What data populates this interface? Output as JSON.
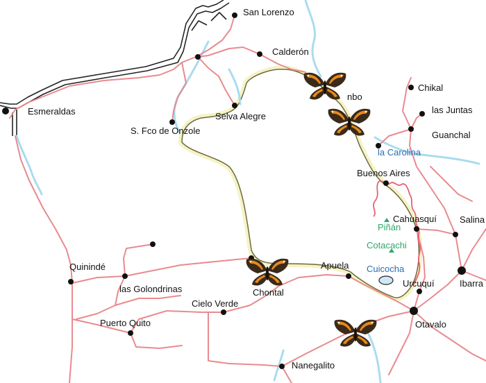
{
  "towns": [
    {
      "id": "san-lorenzo",
      "label": "San Lorenzo"
    },
    {
      "id": "calderon",
      "label": "Calderón"
    },
    {
      "id": "esmeraldas",
      "label": "Esmeraldas"
    },
    {
      "id": "selva-alegre",
      "label": "Selva Alegre"
    },
    {
      "id": "s-fco-de-onzole",
      "label": "S. Fco de Onzole"
    },
    {
      "id": "nbo",
      "label": "nbo"
    },
    {
      "id": "chikal",
      "label": "Chikal"
    },
    {
      "id": "las-juntas",
      "label": "las Juntas"
    },
    {
      "id": "guanchal",
      "label": "Guanchal"
    },
    {
      "id": "buenos-aires",
      "label": "Buenos Aires"
    },
    {
      "id": "cahuasqui",
      "label": "Cahuasquí"
    },
    {
      "id": "salinas",
      "label": "Salina"
    },
    {
      "id": "ibarra",
      "label": "Ibarra"
    },
    {
      "id": "urcuqui",
      "label": "Urcuquí"
    },
    {
      "id": "otavalo",
      "label": "Otavalo"
    },
    {
      "id": "apuela",
      "label": "Apuela"
    },
    {
      "id": "chontal",
      "label": "Chontal"
    },
    {
      "id": "quininde",
      "label": "Quinindé"
    },
    {
      "id": "las-golondrinas",
      "label": "las Golondrinas"
    },
    {
      "id": "cielo-verde",
      "label": "Cielo Verde"
    },
    {
      "id": "puerto-quito",
      "label": "Puerto Quito"
    },
    {
      "id": "nanegalito",
      "label": "Nanegalito"
    }
  ],
  "features": {
    "la_carolina": "la Carolina",
    "pinan": "Piñán",
    "cotacachi": "Cotacachi",
    "cuicocha": "Cuicocha"
  },
  "colors": {
    "road": "#e98a8e",
    "river": "#a9dcef",
    "range_fill": "#f5f3c6",
    "range_outline": "#6d6a3a",
    "water_label": "#2a6db0",
    "volcano_label": "#2fa66b",
    "butterfly_orange": "#e8891a",
    "butterfly_brown": "#3a2a1a"
  },
  "butterflies": [
    {
      "icon": "butterfly-icon"
    },
    {
      "icon": "butterfly-icon"
    },
    {
      "icon": "butterfly-icon"
    },
    {
      "icon": "butterfly-icon"
    }
  ]
}
